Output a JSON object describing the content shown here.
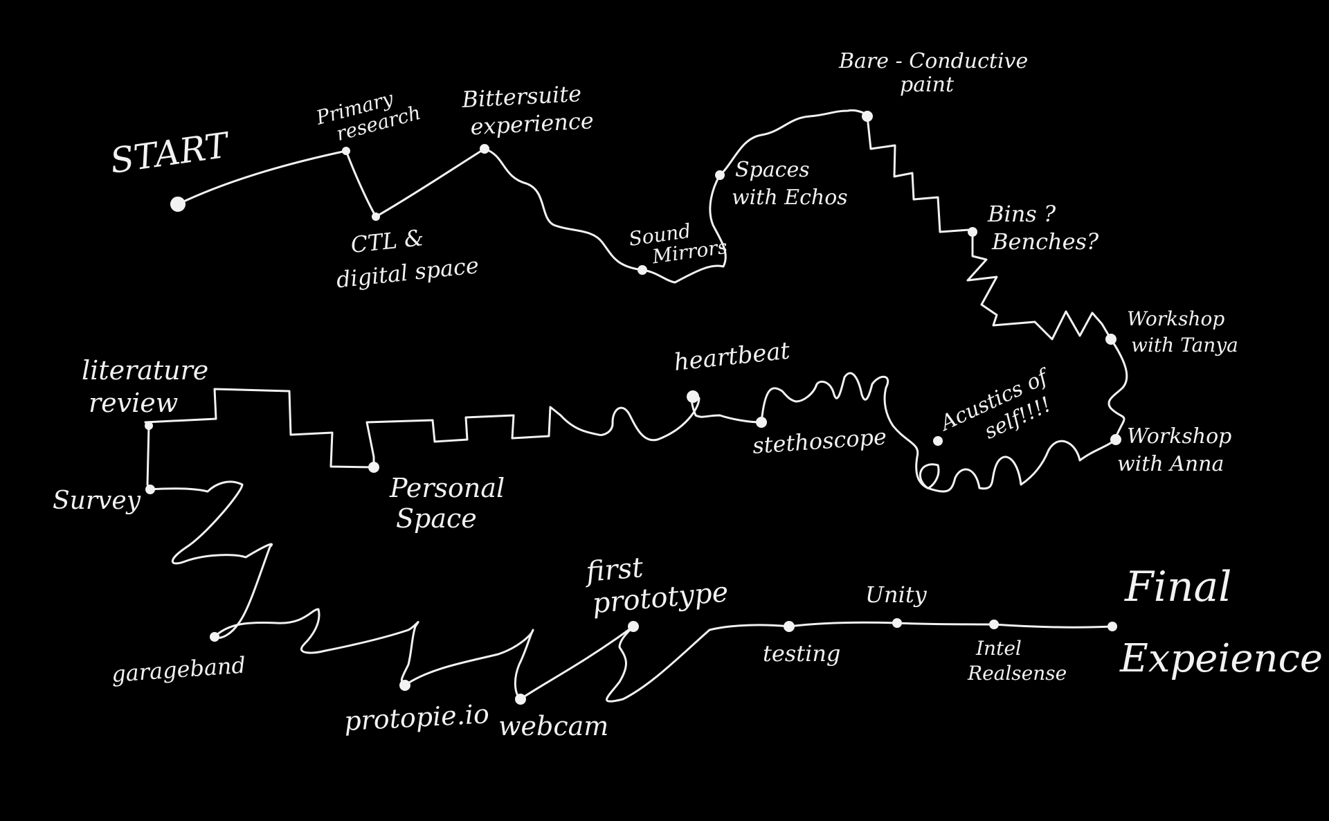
{
  "diagram": {
    "start_label": "START",
    "final_label_1": "Final",
    "final_label_2": "Expeience",
    "milestones": [
      {
        "id": "primary-research",
        "lines": [
          "Primary",
          "research"
        ]
      },
      {
        "id": "ctl-digital-space",
        "lines": [
          "CTL &",
          "digital space"
        ]
      },
      {
        "id": "bittersuite-experience",
        "lines": [
          "Bittersuite",
          "experience"
        ]
      },
      {
        "id": "sound-mirrors",
        "lines": [
          "Sound",
          "Mirrors"
        ]
      },
      {
        "id": "spaces-with-echos",
        "lines": [
          "Spaces",
          "with Echos"
        ]
      },
      {
        "id": "bare-conductive-paint",
        "lines": [
          "Bare - Conductive",
          "paint"
        ]
      },
      {
        "id": "bins-benches",
        "lines": [
          "Bins ?",
          "Benches?"
        ]
      },
      {
        "id": "workshop-tanya",
        "lines": [
          "Workshop",
          "with Tanya"
        ]
      },
      {
        "id": "workshop-anna",
        "lines": [
          "Workshop",
          "with Anna"
        ]
      },
      {
        "id": "acustics-of-self",
        "lines": [
          "Acustics of",
          "self!!!!"
        ]
      },
      {
        "id": "stethoscope",
        "lines": [
          "stethoscope"
        ]
      },
      {
        "id": "heartbeat",
        "lines": [
          "heartbeat"
        ]
      },
      {
        "id": "personal-space",
        "lines": [
          "Personal",
          "Space"
        ]
      },
      {
        "id": "literature-review",
        "lines": [
          "literature",
          "review"
        ]
      },
      {
        "id": "survey",
        "lines": [
          "Survey"
        ]
      },
      {
        "id": "garageband",
        "lines": [
          "garageband"
        ]
      },
      {
        "id": "protopie",
        "lines": [
          "protopie.io"
        ]
      },
      {
        "id": "webcam",
        "lines": [
          "webcam"
        ]
      },
      {
        "id": "first-prototype",
        "lines": [
          "first",
          "prototype"
        ]
      },
      {
        "id": "testing",
        "lines": [
          "testing"
        ]
      },
      {
        "id": "unity",
        "lines": [
          "Unity"
        ]
      },
      {
        "id": "intel-realsense",
        "lines": [
          "Intel",
          "Realsense"
        ]
      }
    ]
  }
}
